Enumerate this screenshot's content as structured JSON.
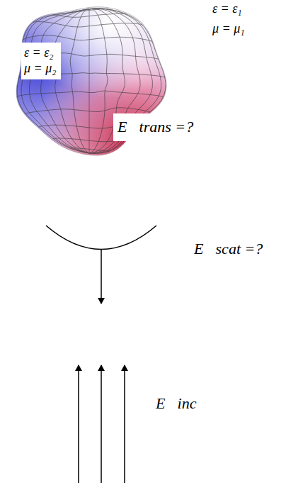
{
  "diagram": {
    "nodes": [
      {
        "text": [
          "ε = ε₂",
          "μ = μ₂"
        ]
      },
      {
        "text": [
          "E⃗trans =?"
        ]
      }
    ],
    "labels": [
      "ε = ε₁",
      "μ = μ₁",
      "E⃗scat =?",
      "E⃗inc"
    ]
  }
}
